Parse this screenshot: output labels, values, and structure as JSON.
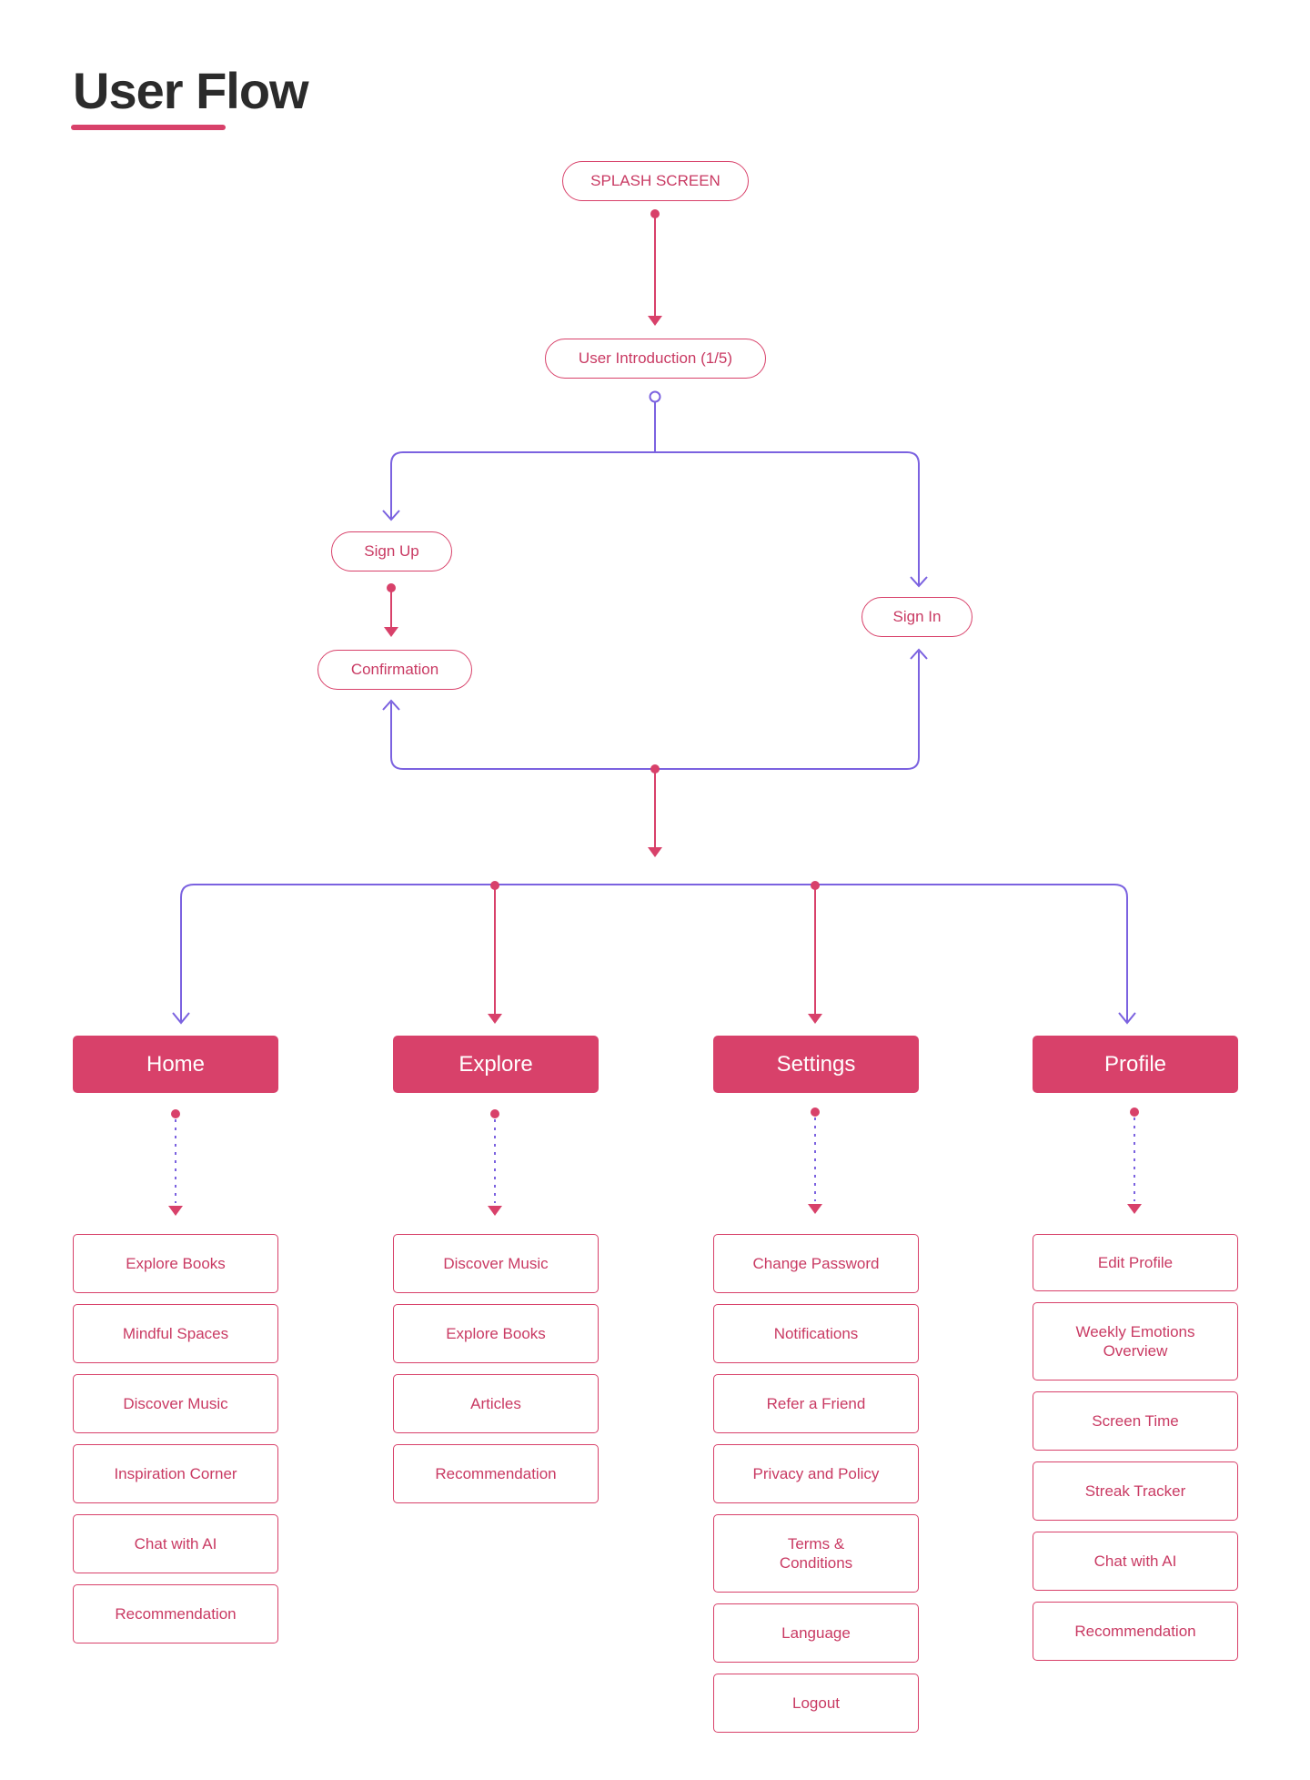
{
  "title": "User Flow",
  "colors": {
    "accent": "#d8416a",
    "connector": "#7b62e0",
    "text_dark": "#2b2b2b"
  },
  "nodes": {
    "splash": "SPLASH SCREEN",
    "intro": "User Introduction (1/5)",
    "sign_up": "Sign  Up",
    "confirmation": "Confirmation",
    "sign_in": "Sign In"
  },
  "sections": [
    {
      "label": "Home",
      "items": [
        "Explore Books",
        "Mindful Spaces",
        "Discover Music",
        "Inspiration Corner",
        "Chat with AI",
        "Recommendation"
      ]
    },
    {
      "label": "Explore",
      "items": [
        "Discover Music",
        "Explore Books",
        "Articles",
        "Recommendation"
      ]
    },
    {
      "label": "Settings",
      "items": [
        "Change Password",
        "Notifications",
        "Refer a Friend",
        "Privacy and Policy",
        "Terms &\nConditions",
        "Language",
        "Logout"
      ]
    },
    {
      "label": "Profile",
      "items": [
        "Edit Profile",
        "Weekly Emotions\nOverview",
        "Screen Time",
        "Streak Tracker",
        "Chat with AI",
        "Recommendation"
      ]
    }
  ]
}
